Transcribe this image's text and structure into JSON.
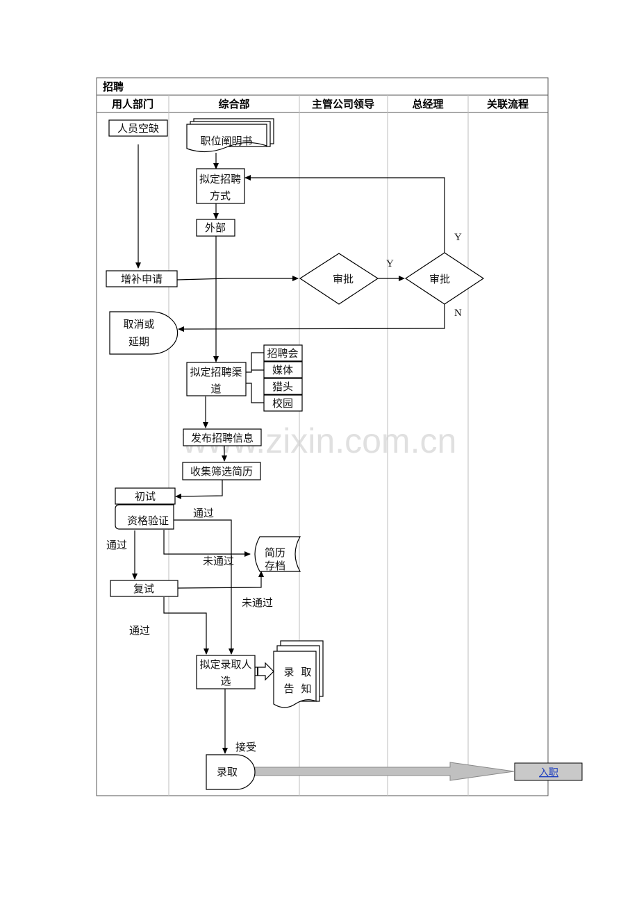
{
  "table_title": "招聘",
  "lanes": [
    "用人部门",
    "综合部",
    "主管公司领导",
    "总经理",
    "关联流程"
  ],
  "nodes": {
    "vacancy": "人员空缺",
    "job_desc": "职位阐明书",
    "plan_method_1": "拟定招聘",
    "plan_method_2": "方式",
    "external": "外部",
    "request": "增补申请",
    "approve_leader": "审批",
    "approve_gm": "审批",
    "cancel_1": "取消或",
    "cancel_2": "延期",
    "channel_1": "拟定招聘渠",
    "channel_2": "道",
    "ch_fair": "招聘会",
    "ch_media": "媒体",
    "ch_headhunter": "猎头",
    "ch_campus": "校园",
    "publish": "发布招聘信息",
    "collect": "收集筛选简历",
    "first_interview": "初试",
    "qual_check": "资格验证",
    "resume_1": "简历",
    "resume_2": "存档",
    "second_interview": "复试",
    "candidate_1": "拟定录取人",
    "candidate_2": "选",
    "notice_a": "录",
    "notice_b": "取",
    "notice_c": "告",
    "notice_d": "知",
    "hired": "录取",
    "onboard": "入职"
  },
  "labels": {
    "y_top": "Y",
    "y_mid": "Y",
    "n": "N",
    "pass_1": "通过",
    "pass_2": "通过",
    "pass_3": "通过",
    "fail_1": "未通过",
    "fail_2": "未通过",
    "accept": "接受"
  },
  "watermark": "www.zixin.com.cn"
}
